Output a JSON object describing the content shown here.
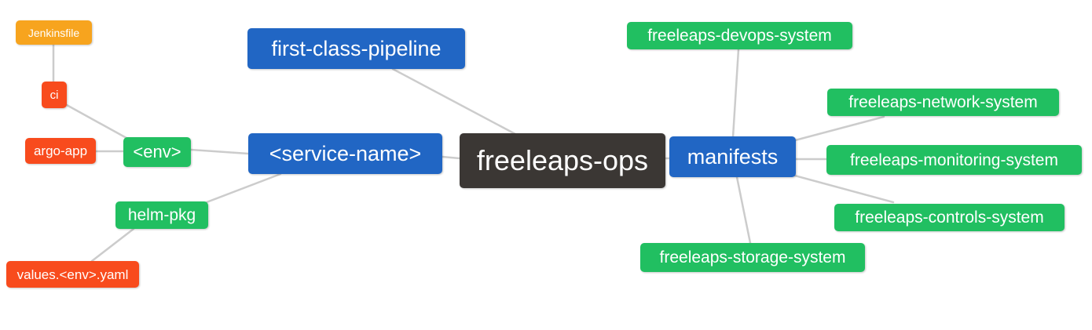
{
  "diagram": {
    "type": "mindmap",
    "edge_color": "#cccccc",
    "nodes": {
      "freeleaps_ops": {
        "label": "freeleaps-ops",
        "color": "#3b3734"
      },
      "first_class_pipeline": {
        "label": "first-class-pipeline",
        "color": "#2166c4"
      },
      "service_name": {
        "label": "<service-name>",
        "color": "#2166c4"
      },
      "manifests": {
        "label": "manifests",
        "color": "#2166c4"
      },
      "env": {
        "label": "<env>",
        "color": "#21bf61"
      },
      "helm_pkg": {
        "label": "helm-pkg",
        "color": "#21bf61"
      },
      "argo_app": {
        "label": "argo-app",
        "color": "#f84b1d"
      },
      "ci": {
        "label": "ci",
        "color": "#f84b1d"
      },
      "jenkinsfile": {
        "label": "Jenkinsfile",
        "color": "#f7a41e"
      },
      "values_env_yaml": {
        "label": "values.<env>.yaml",
        "color": "#f84b1d"
      },
      "devops_system": {
        "label": "freeleaps-devops-system",
        "color": "#21bf61"
      },
      "network_system": {
        "label": "freeleaps-network-system",
        "color": "#21bf61"
      },
      "monitoring_system": {
        "label": "freeleaps-monitoring-system",
        "color": "#21bf61"
      },
      "controls_system": {
        "label": "freeleaps-controls-system",
        "color": "#21bf61"
      },
      "storage_system": {
        "label": "freeleaps-storage-system",
        "color": "#21bf61"
      }
    },
    "edges": [
      {
        "from": "jenkinsfile",
        "to": "ci"
      },
      {
        "from": "ci",
        "to": "env"
      },
      {
        "from": "argo_app",
        "to": "env"
      },
      {
        "from": "env",
        "to": "service_name"
      },
      {
        "from": "service_name",
        "to": "helm_pkg"
      },
      {
        "from": "helm_pkg",
        "to": "values_env_yaml"
      },
      {
        "from": "first_class_pipeline",
        "to": "freeleaps_ops"
      },
      {
        "from": "service_name",
        "to": "freeleaps_ops"
      },
      {
        "from": "freeleaps_ops",
        "to": "manifests"
      },
      {
        "from": "manifests",
        "to": "devops_system"
      },
      {
        "from": "manifests",
        "to": "network_system"
      },
      {
        "from": "manifests",
        "to": "monitoring_system"
      },
      {
        "from": "manifests",
        "to": "controls_system"
      },
      {
        "from": "manifests",
        "to": "storage_system"
      }
    ]
  }
}
